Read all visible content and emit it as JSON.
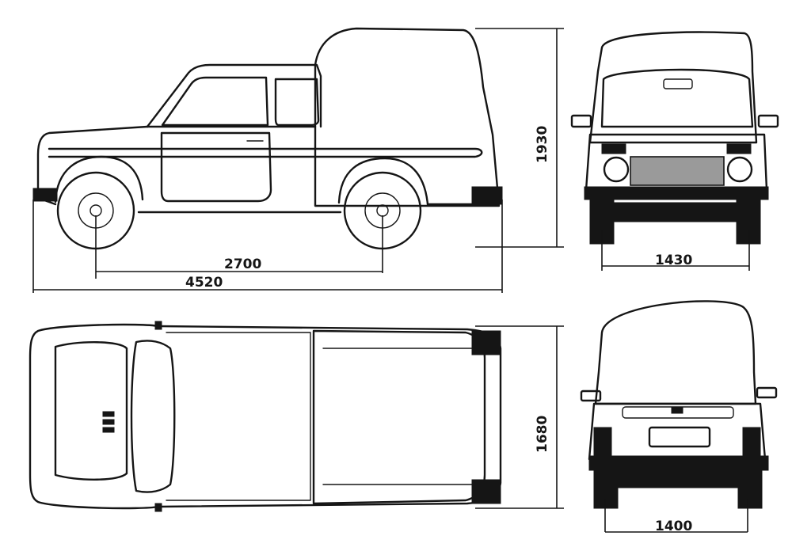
{
  "dimensions": {
    "wheelbase": "2700",
    "overall_length": "4520",
    "overall_height": "1930",
    "front_track": "1430",
    "overall_width": "1680",
    "rear_track": "1400"
  }
}
